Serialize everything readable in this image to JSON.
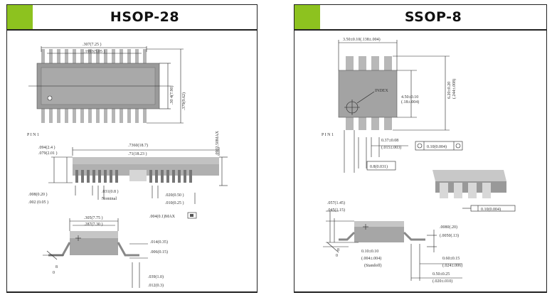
{
  "panels": {
    "left": {
      "title": "HSOP-28",
      "pin1_label": "P I N 1",
      "labels": {
        "top_width": ".307(7.25 )",
        "top_width_inner": ".1993(5.05 )",
        "height_a": ".30 4(7.90)",
        "height_b": ".379(9.62)",
        "max_h": ".0902.50MAX",
        "len_a": ".7360(18.7)",
        "len_b": ".71(18.23 )",
        "h1": ".094(2.4 )",
        "h2": ".079(2.01 )",
        "pitch": ".031(0.8 )",
        "nominal": "Nominal",
        "lead_w1": ".020(0.50 )",
        "lead_w2": ".010(0.25 )",
        "standoff1": ".008(0.20 )",
        "standoff2": ".002 (0.05 )",
        "coplan": ".004(0.1)MAX",
        "body_w1": ".305(7.75 )",
        "body_w2": ".287(7.30 )",
        "lead_t1": ".014(0.35)",
        "lead_t2": ".006(0.15)",
        "foot1": ".039(1.0)",
        "foot2": ".012(0.3)",
        "angle_top": "8",
        "angle_bot": "0"
      }
    },
    "right": {
      "title": "SSOP-8",
      "pin1_label": "P I N 1",
      "labels": {
        "top_width": "3.50±0.10(.138±.004)",
        "index": "INDEX",
        "inner_h1": "4.50±0.10",
        "inner_h2": "(.18±.004)",
        "outer_h1": "6.20±0.20",
        "outer_h2": "(.244±.008)",
        "lead_w1": "0.37±0.08",
        "lead_w2": "(.015±.003)",
        "tol_box": "0.10(0.004)",
        "pitch_box": "0.8(0.031)",
        "tol_flat": "0.10(0.004)",
        "h1": ".057(1.45)",
        "h2": ".045(1.15)",
        "standoff1": "0.10±0.10",
        "standoff2": "(.004±.004)",
        "standoff3": "(Standoff)",
        "lead_t1": ".0080(.20)",
        "lead_t2": "(.0050(.13)",
        "foot1": "0.60±0.15",
        "foot2": "(.024±.006)",
        "span1": "0.50±0.25",
        "span2": "(.020±.010)",
        "angle_top": "8",
        "angle_bot": "0"
      }
    }
  }
}
